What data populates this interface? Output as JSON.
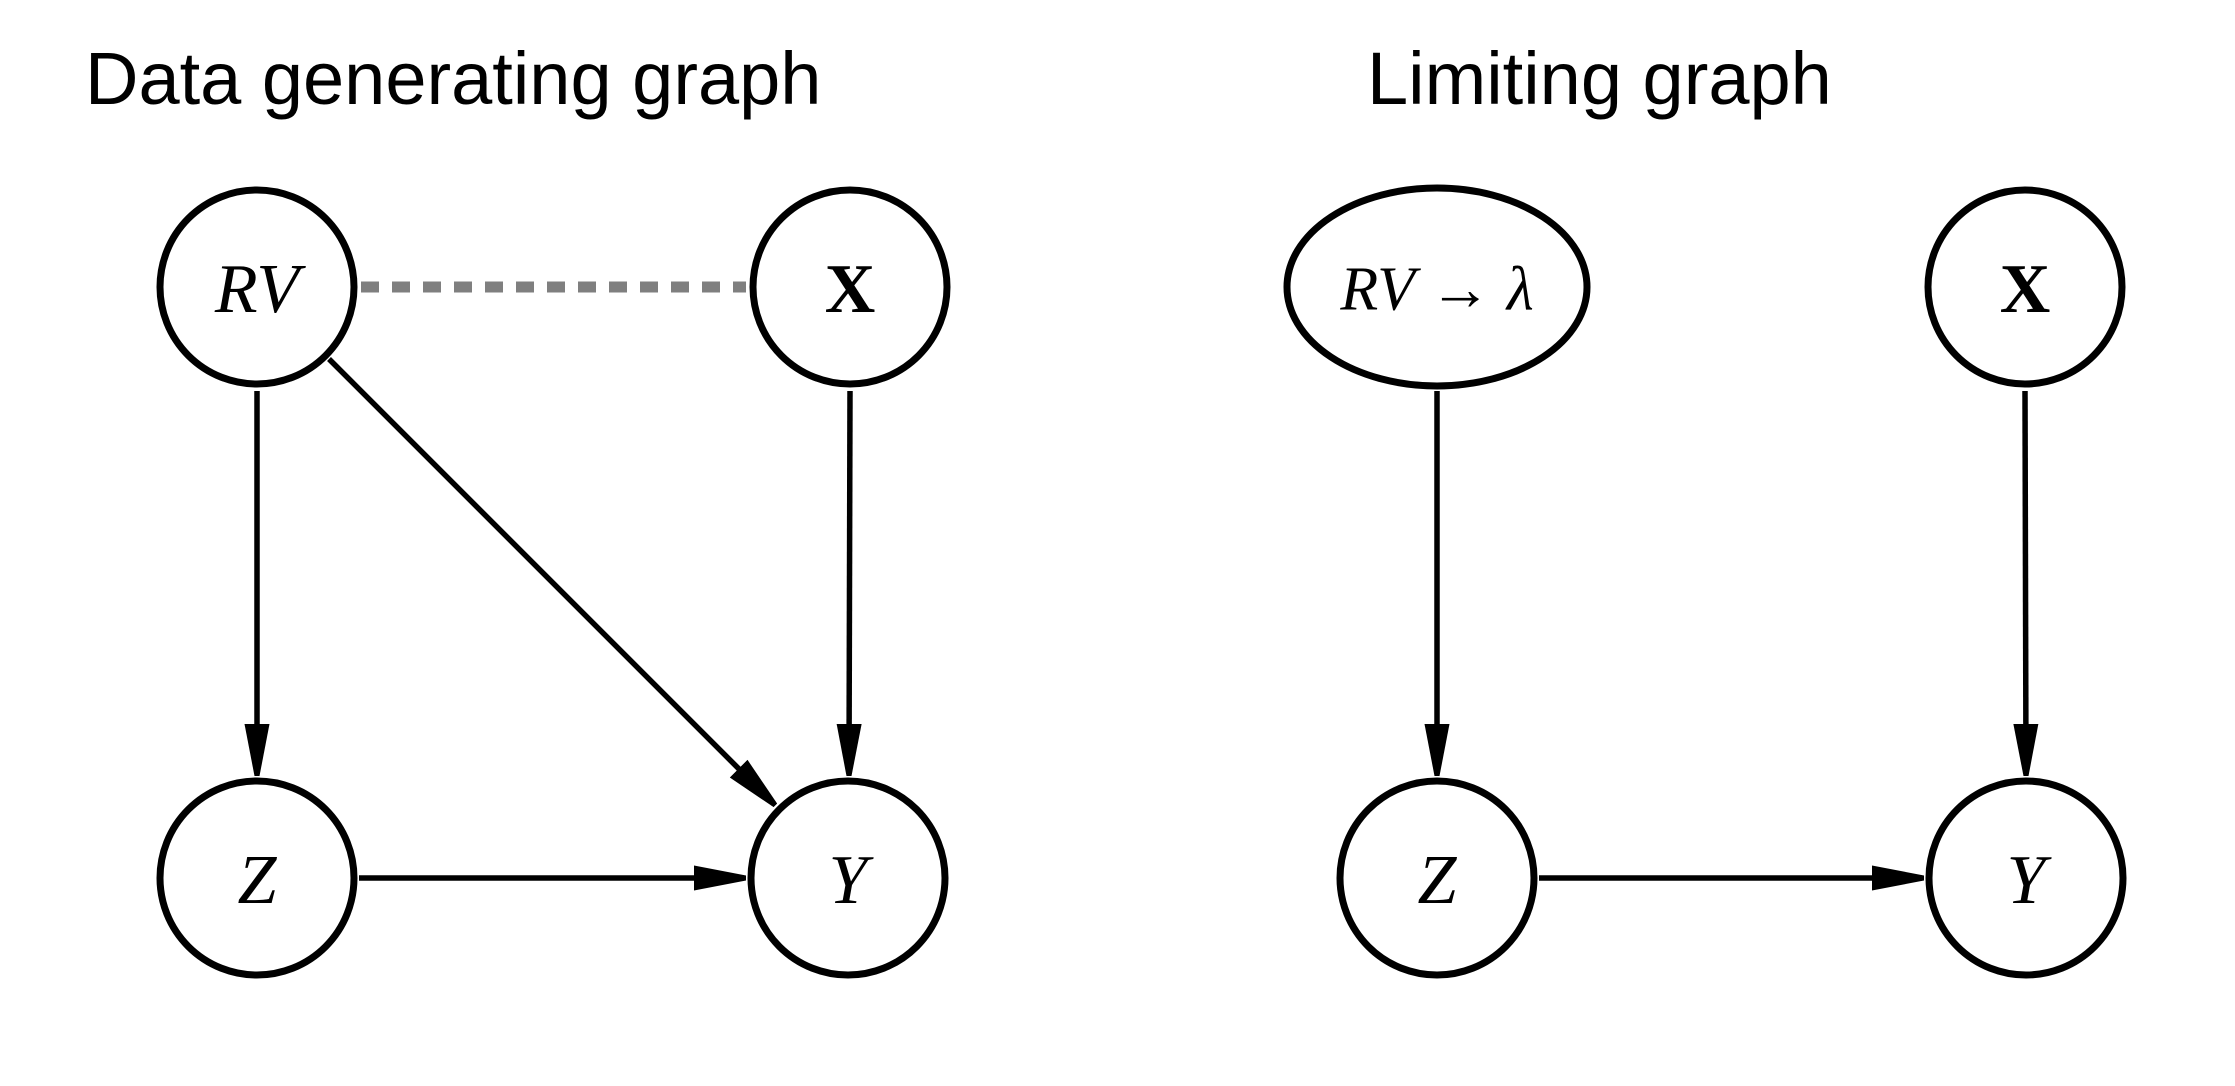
{
  "colors": {
    "background": "#ffffff",
    "node_stroke": "#000000",
    "node_fill": "#ffffff",
    "edge": "#000000",
    "dashed_edge": "#7f7f7f",
    "text": "#000000"
  },
  "left_graph": {
    "title": "Data generating graph",
    "nodes": {
      "rv": {
        "label": "RV",
        "shape": "circle"
      },
      "x": {
        "label": "X",
        "shape": "circle"
      },
      "z": {
        "label": "Z",
        "shape": "circle"
      },
      "y": {
        "label": "Y",
        "shape": "circle"
      }
    },
    "edges": [
      {
        "from": "RV",
        "to": "X",
        "directed": false,
        "style": "dashed",
        "color": "#7f7f7f"
      },
      {
        "from": "RV",
        "to": "Z",
        "directed": true,
        "style": "solid",
        "color": "#000000"
      },
      {
        "from": "RV",
        "to": "Y",
        "directed": true,
        "style": "solid",
        "color": "#000000"
      },
      {
        "from": "X",
        "to": "Y",
        "directed": true,
        "style": "solid",
        "color": "#000000"
      },
      {
        "from": "Z",
        "to": "Y",
        "directed": true,
        "style": "solid",
        "color": "#000000"
      }
    ]
  },
  "right_graph": {
    "title": "Limiting graph",
    "nodes": {
      "rv_lambda": {
        "label": "RV → λ",
        "shape": "ellipse"
      },
      "x": {
        "label": "X",
        "shape": "circle"
      },
      "z": {
        "label": "Z",
        "shape": "circle"
      },
      "y": {
        "label": "Y",
        "shape": "circle"
      }
    },
    "edges": [
      {
        "from": "RV → λ",
        "to": "Z",
        "directed": true,
        "style": "solid",
        "color": "#000000"
      },
      {
        "from": "X",
        "to": "Y",
        "directed": true,
        "style": "solid",
        "color": "#000000"
      },
      {
        "from": "Z",
        "to": "Y",
        "directed": true,
        "style": "solid",
        "color": "#000000"
      }
    ]
  }
}
